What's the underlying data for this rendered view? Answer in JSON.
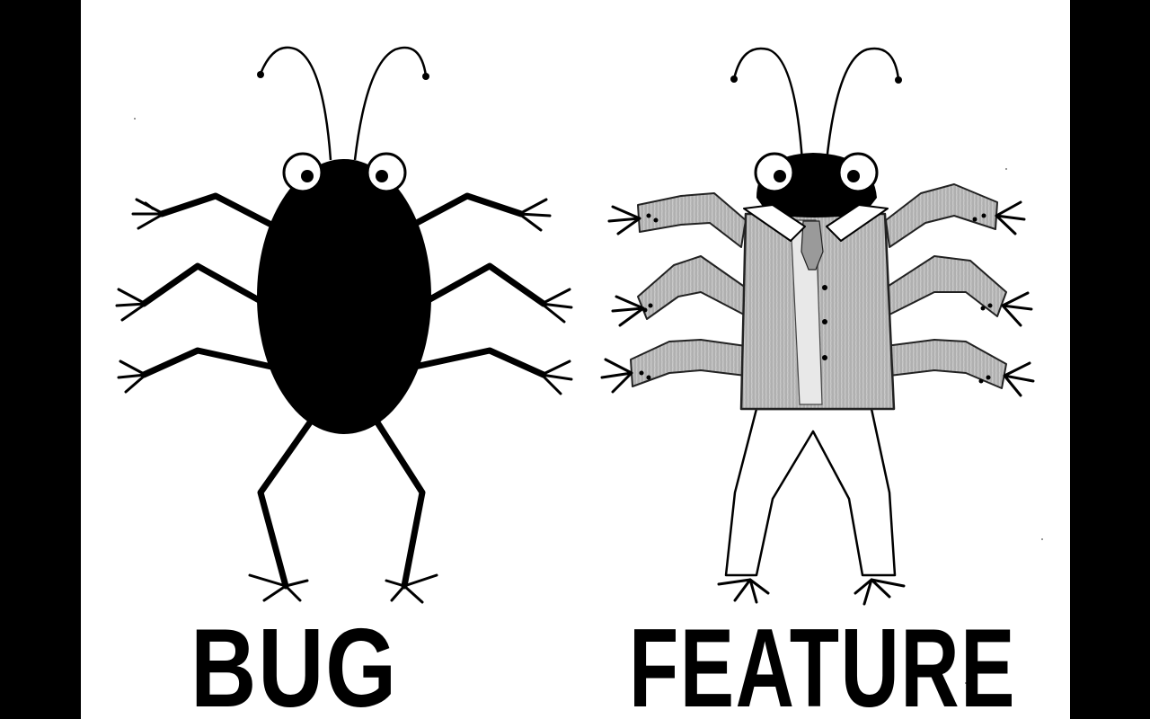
{
  "labels": {
    "left": "BUG",
    "right": "FEATURE"
  },
  "colors": {
    "background": "#ffffff",
    "ink": "#000000",
    "suit": "#bdbdbd",
    "letterbox": "#000000"
  },
  "figures": {
    "left": "plain-black-bug",
    "right": "bug-in-suit-and-tie"
  }
}
